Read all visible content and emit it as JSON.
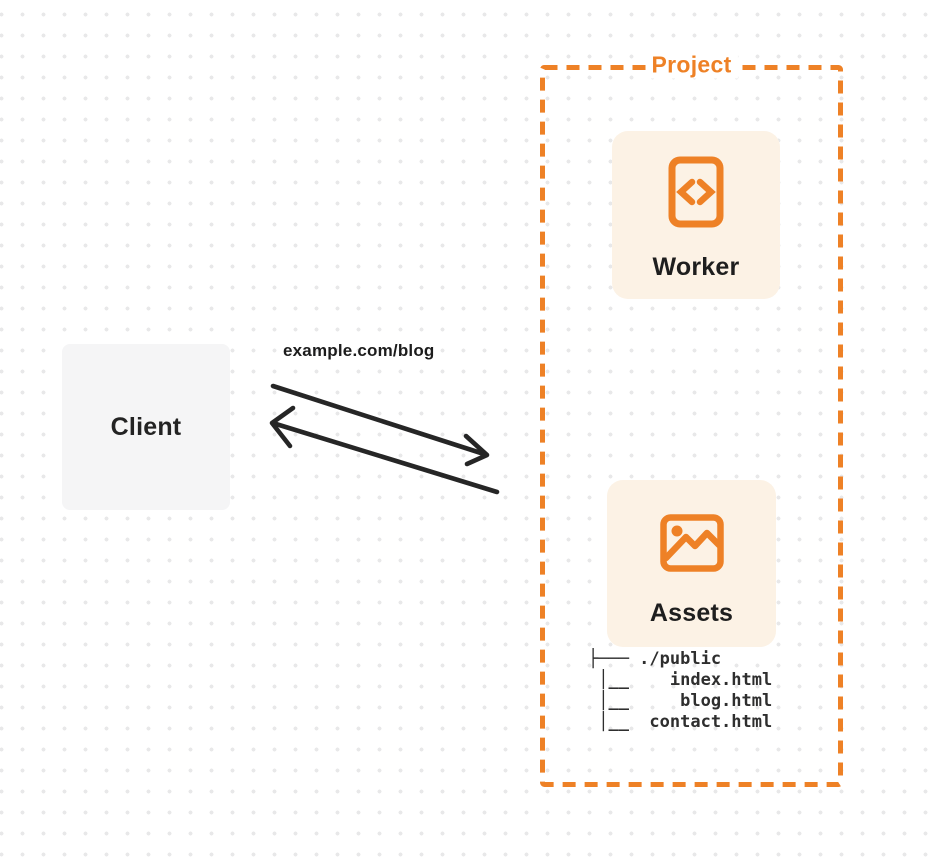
{
  "client": {
    "label": "Client"
  },
  "request": {
    "url_label": "example.com/blog"
  },
  "project": {
    "label": "Project",
    "worker": {
      "label": "Worker",
      "icon": "code-file-icon"
    },
    "assets": {
      "label": "Assets",
      "icon": "image-icon",
      "tree": [
        "├─── ./public",
        " │__    index.html",
        " │__     blog.html",
        " │__  contact.html"
      ]
    }
  },
  "colors": {
    "accent": "#EE8126",
    "card_bg": "#FCF2E5",
    "client_bg": "#F5F5F6",
    "ink": "#232323",
    "dot_grid": "#E8E8E9",
    "arrow": "#262626"
  }
}
